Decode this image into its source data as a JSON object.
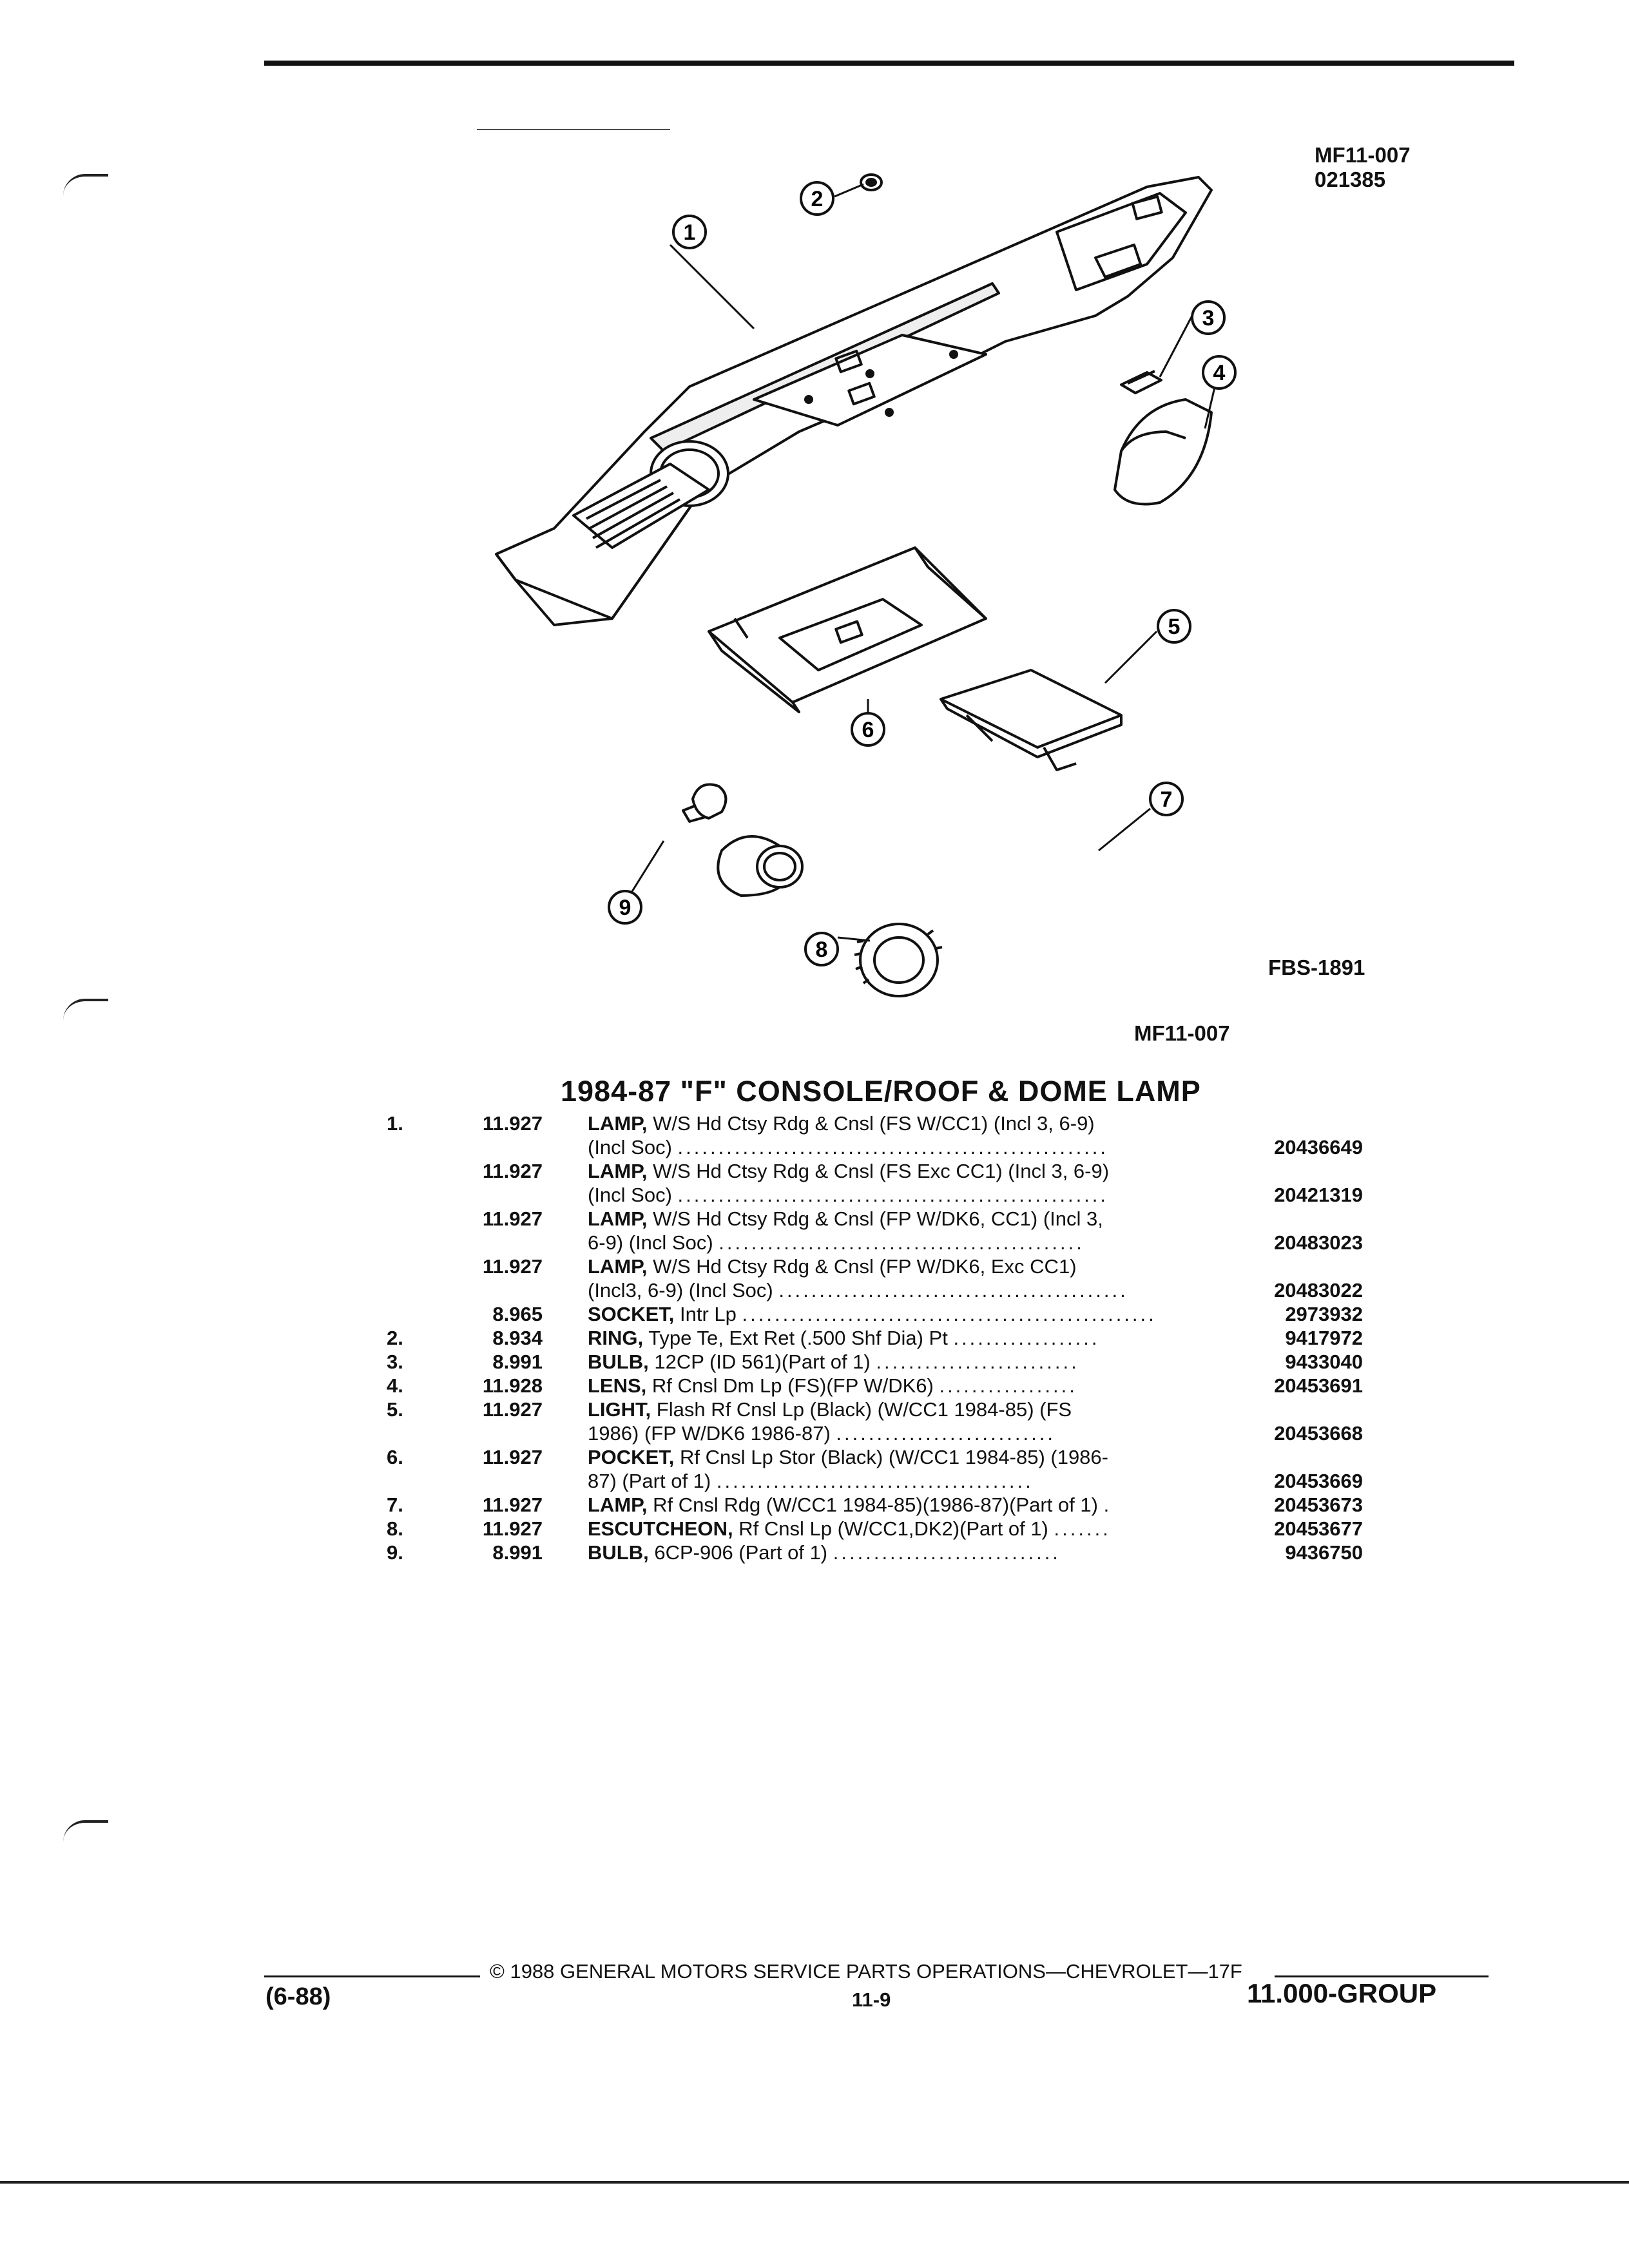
{
  "header": {
    "code_line1": "MF11-007",
    "code_line2": "021385",
    "figure_id": "FBS-1891",
    "figure_ref": "MF11-007"
  },
  "diagram": {
    "callouts": [
      "1",
      "2",
      "3",
      "4",
      "5",
      "6",
      "7",
      "8",
      "9"
    ]
  },
  "title": "1984-87 \"F\" CONSOLE/ROOF & DOME LAMP",
  "parts": [
    {
      "ref": "1.",
      "group": "11.927",
      "name": "LAMP,",
      "line1": "W/S Hd Ctsy Rdg & Cnsl (FS W/CC1) (Incl 3, 6-9)",
      "line2": "(Incl Soc)",
      "part_no": "20436649"
    },
    {
      "ref": "",
      "group": "11.927",
      "name": "LAMP,",
      "line1": "W/S Hd Ctsy Rdg & Cnsl (FS Exc CC1) (Incl 3, 6-9)",
      "line2": "(Incl Soc)",
      "part_no": "20421319"
    },
    {
      "ref": "",
      "group": "11.927",
      "name": "LAMP,",
      "line1": "W/S Hd Ctsy Rdg & Cnsl (FP W/DK6, CC1) (Incl 3,",
      "line2": "6-9) (Incl Soc)",
      "part_no": "20483023"
    },
    {
      "ref": "",
      "group": "11.927",
      "name": "LAMP,",
      "line1": "W/S Hd Ctsy Rdg & Cnsl (FP W/DK6, Exc CC1)",
      "line2": "(Incl3, 6-9) (Incl Soc)",
      "part_no": "20483022"
    },
    {
      "ref": "",
      "group": "8.965",
      "name": "SOCKET,",
      "line1": "Intr Lp",
      "line2": "",
      "part_no": "2973932"
    },
    {
      "ref": "2.",
      "group": "8.934",
      "name": "RING,",
      "line1": "Type Te, Ext Ret (.500 Shf Dia) Pt",
      "line2": "",
      "part_no": "9417972"
    },
    {
      "ref": "3.",
      "group": "8.991",
      "name": "BULB,",
      "line1": "12CP (ID 561)(Part of 1)",
      "line2": "",
      "part_no": "9433040"
    },
    {
      "ref": "4.",
      "group": "11.928",
      "name": "LENS,",
      "line1": "Rf Cnsl Dm Lp (FS)(FP W/DK6)",
      "line2": "",
      "part_no": "20453691"
    },
    {
      "ref": "5.",
      "group": "11.927",
      "name": "LIGHT,",
      "line1": "Flash Rf Cnsl Lp (Black) (W/CC1 1984-85) (FS",
      "line2": "1986) (FP W/DK6 1986-87)",
      "part_no": "20453668"
    },
    {
      "ref": "6.",
      "group": "11.927",
      "name": "POCKET,",
      "line1": "Rf Cnsl Lp Stor (Black) (W/CC1 1984-85) (1986-",
      "line2": "87) (Part of 1)",
      "part_no": "20453669"
    },
    {
      "ref": "7.",
      "group": "11.927",
      "name": "LAMP,",
      "line1": "Rf Cnsl Rdg (W/CC1 1984-85)(1986-87)(Part of 1)",
      "line2": "",
      "part_no": "20453673"
    },
    {
      "ref": "8.",
      "group": "11.927",
      "name": "ESCUTCHEON,",
      "line1": "Rf Cnsl Lp (W/CC1,DK2)(Part of 1)",
      "line2": "",
      "part_no": "20453677"
    },
    {
      "ref": "9.",
      "group": "8.991",
      "name": "BULB,",
      "line1": "6CP-906 (Part of 1)",
      "line2": "",
      "part_no": "9436750"
    }
  ],
  "footer": {
    "copyright": "©  1988  GENERAL MOTORS SERVICE PARTS OPERATIONS—CHEVROLET—17F",
    "date_code": "(6-88)",
    "page": "11-9",
    "group": "11.000-GROUP"
  }
}
